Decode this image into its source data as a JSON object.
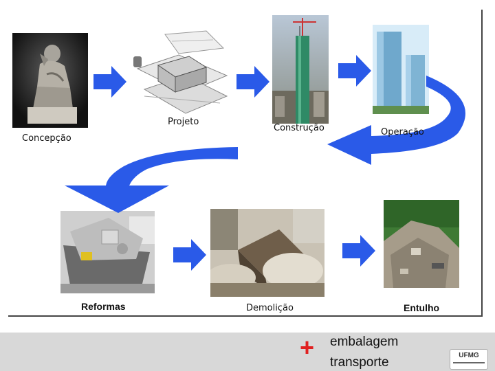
{
  "stages": {
    "concepcao": "Concepção",
    "projeto": "Projeto",
    "construcao": "Construção",
    "operacao": "Operação",
    "reformas": "Reformas",
    "demolicao": "Demolição",
    "entulho": "Entulho"
  },
  "footer": {
    "plus_symbol": "+",
    "line1": "embalagem",
    "line2": "transporte",
    "logo_text": "UFMG"
  },
  "colors": {
    "arrow_blue": "#2a5ae8",
    "plus_red": "#e02020",
    "footer_gray": "#d8d8d8"
  },
  "icons": [
    "thinker-statue-image",
    "blueprint-project-image",
    "construction-tower-image",
    "office-buildings-image",
    "renovation-dumpster-image",
    "demolition-image",
    "rubble-pile-image"
  ]
}
